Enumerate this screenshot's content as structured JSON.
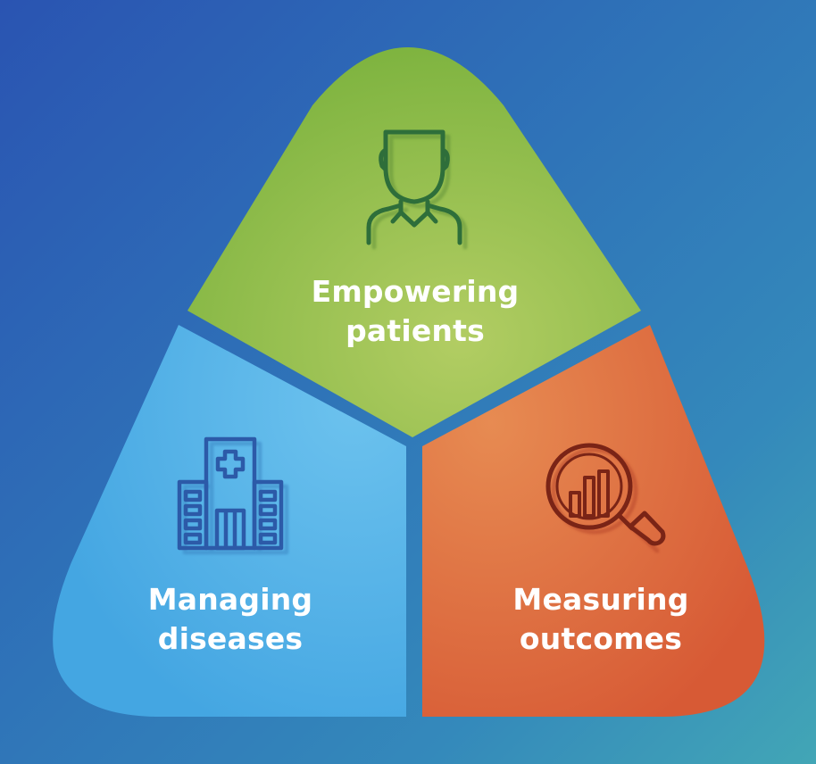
{
  "colors": {
    "background": "#2f6fb6",
    "green": "#8bbb4a",
    "blue": "#4aaee6",
    "orange": "#e06a3f",
    "green_icon": "#2e6e3a",
    "blue_icon": "#2c5aa8",
    "orange_icon": "#7a2416"
  },
  "segments": {
    "top": {
      "icon": "person-icon",
      "line1": "Empowering",
      "line2": "patients"
    },
    "left": {
      "icon": "hospital-icon",
      "line1": "Managing",
      "line2": "diseases"
    },
    "right": {
      "icon": "magnifier-chart-icon",
      "line1": "Measuring",
      "line2": "outcomes"
    }
  }
}
